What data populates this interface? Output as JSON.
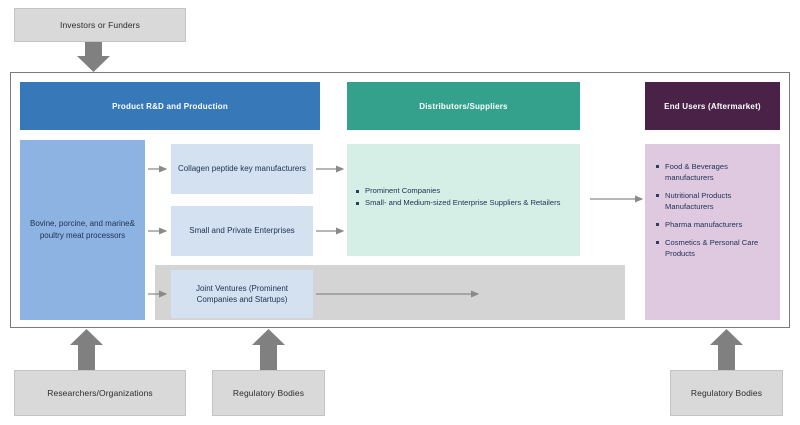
{
  "diagram": {
    "type": "value-chain-flow",
    "top_external": {
      "label": "Investors or Funders",
      "arrow": "down-arrow-to-main-frame"
    },
    "columns": [
      {
        "id": "product-rd",
        "header": "Product R&D and Production",
        "header_color": "#3778B8",
        "body_color": "#8CB3E2"
      },
      {
        "id": "distributors",
        "header": "Distributors/Suppliers",
        "header_color": "#34A18C",
        "body_color": "#D5EFE7"
      },
      {
        "id": "end-users",
        "header": "End Users (Aftermarket)",
        "header_color": "#4A2248",
        "body_color": "#DEC9E1"
      }
    ],
    "producers_box": {
      "label": "Bovine, porcine, and marine& poultry meat processors",
      "color": "#8CB3E2"
    },
    "mid_boxes": [
      {
        "id": "collagen-peptide",
        "label": "Collagen peptide key manufacturers",
        "color": "#D3E1F0"
      },
      {
        "id": "small-private",
        "label": "Small and Private Enterprises",
        "color": "#D3E1F0"
      },
      {
        "id": "joint-ventures",
        "label": "Joint Ventures (Prominent Companies and Startups)",
        "color": "#D3E1F0"
      }
    ],
    "joint_venture_band": {
      "color": "#D4D4D4",
      "arrow": "long-right-arrow"
    },
    "distributor_bullets": [
      "Prominent Companies",
      "Small- and Medium-sized Enterprise Suppliers & Retailers"
    ],
    "end_user_bullets": [
      "Food & Beverages manufacturers",
      "Nutritional Products Manufacturers",
      "Pharma manufacturers",
      "Cosmetics & Personal Care Products"
    ],
    "bottom_external": [
      {
        "id": "researchers",
        "label": "Researchers/Organizations"
      },
      {
        "id": "regulatory-left",
        "label": "Regulatory Bodies"
      },
      {
        "id": "regulatory-right",
        "label": "Regulatory Bodies"
      }
    ],
    "colors": {
      "external_box": "#D9D9D9",
      "arrow_gray": "#808080",
      "thin_arrow": "#8a8a8a",
      "frame_border": "#7A7A7A",
      "text_dark": "#1F3050"
    }
  }
}
